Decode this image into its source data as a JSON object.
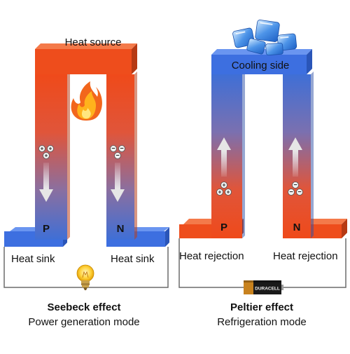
{
  "left": {
    "top_label": "Heat source",
    "leg_left_label": "P",
    "leg_right_label": "N",
    "sink_left_label": "Heat sink",
    "sink_right_label": "Heat sink",
    "title": "Seebeck effect",
    "subtitle": "Power generation mode",
    "center_icon": "flame-icon",
    "circuit_icon": "lightbulb-icon"
  },
  "right": {
    "top_label": "Cooling side",
    "leg_left_label": "P",
    "leg_right_label": "N",
    "base_left_label": "Heat rejection",
    "base_right_label": "Heat rejection",
    "title": "Peltier effect",
    "subtitle": "Refrigeration mode",
    "top_icon": "ice-cubes-icon",
    "battery_label": "DURACELL"
  },
  "colors": {
    "hot": "#ee4d1c",
    "cold": "#3d6fe0",
    "arrow": "#e6e6e6",
    "wire": "#6b6b6b"
  }
}
